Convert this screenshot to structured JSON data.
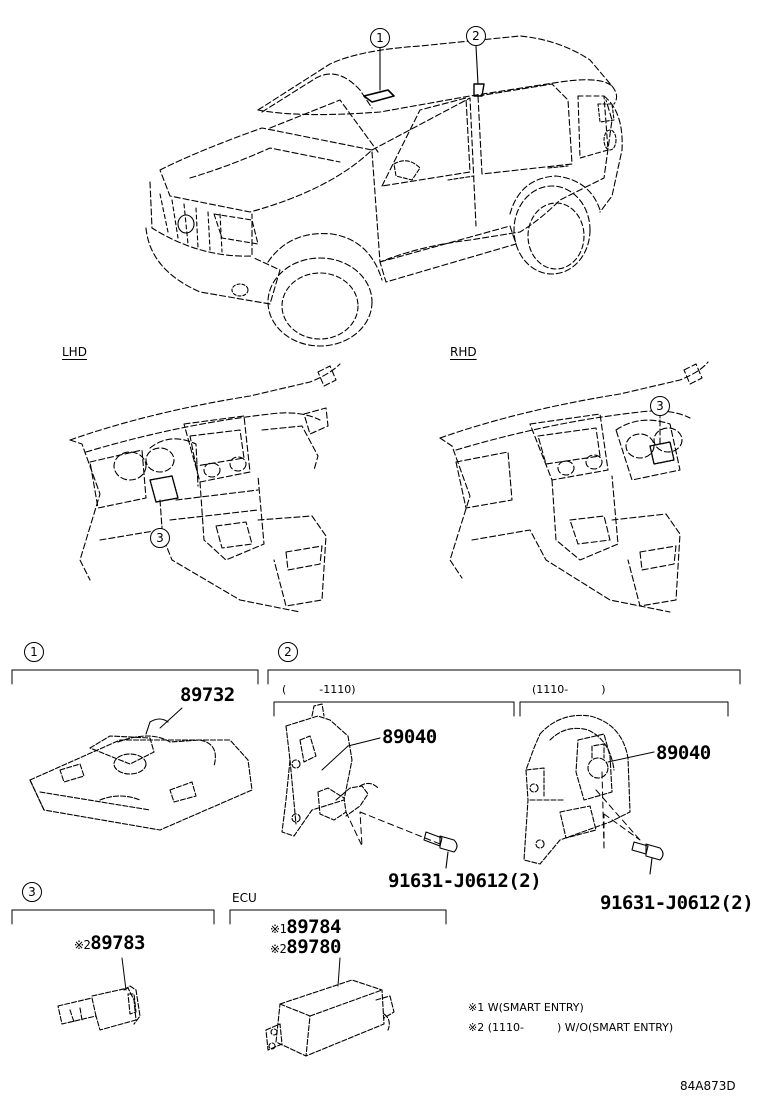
{
  "callouts": {
    "c1": "1",
    "c2": "2",
    "c3": "3"
  },
  "layout_labels": {
    "lhd": "LHD",
    "rhd": "RHD"
  },
  "section2": {
    "range_left": "(　　　-1110)",
    "range_right": "(1110-　　　)"
  },
  "parts": {
    "p89732": "89732",
    "p89040_left": "89040",
    "p89040_right": "89040",
    "bolt_left": "91631-J0612(2)",
    "bolt_right": "91631-J0612(2)",
    "p89783_mark": "※2",
    "p89783": "89783",
    "ecu_label": "ECU",
    "p89784_mark": "※1",
    "p89784": "89784",
    "p89780_mark": "※2",
    "p89780": "89780"
  },
  "notes": {
    "n1": "※1 W(SMART ENTRY)",
    "n2": "※2 (1110-　　　) W/O(SMART ENTRY)"
  },
  "figure_code": "84A873D"
}
